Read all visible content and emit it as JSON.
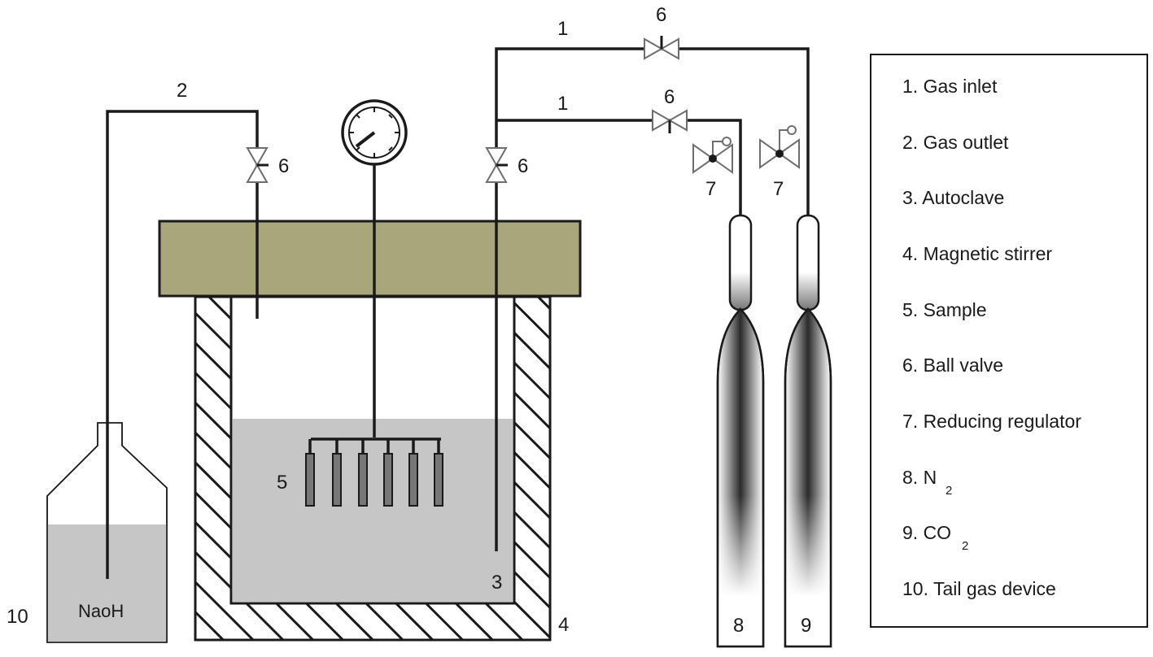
{
  "labels": {
    "gas_inlet_upper": "1",
    "gas_inlet_lower": "1",
    "gas_outlet": "2",
    "autoclave": "3",
    "stirrer": "4",
    "sample": "5",
    "valve_outlet": "6",
    "valve_inlet": "6",
    "valve_top_n2": "6",
    "valve_top_co2": "6",
    "regulator_n2": "7",
    "regulator_co2": "7",
    "cylinder_n2": "8",
    "cylinder_co2": "9",
    "tail_gas": "10",
    "naoh": "NaoH"
  },
  "legend": {
    "items": [
      {
        "text": "1. Gas inlet"
      },
      {
        "text": "2. Gas outlet"
      },
      {
        "text": "3. Autoclave"
      },
      {
        "text": "4. Magnetic stirrer"
      },
      {
        "text": "5. Sample"
      },
      {
        "text": "6. Ball valve"
      },
      {
        "text": "7. Reducing regulator"
      },
      {
        "text": "8. N",
        "sub": "2"
      },
      {
        "text": "9. CO",
        "sub": "2"
      },
      {
        "text": "10. Tail gas device"
      }
    ]
  },
  "colors": {
    "lid": "#a8a67a",
    "liquid": "#c6c6c6",
    "line": "#1a1a1a",
    "valve": "#6e6e6e"
  }
}
